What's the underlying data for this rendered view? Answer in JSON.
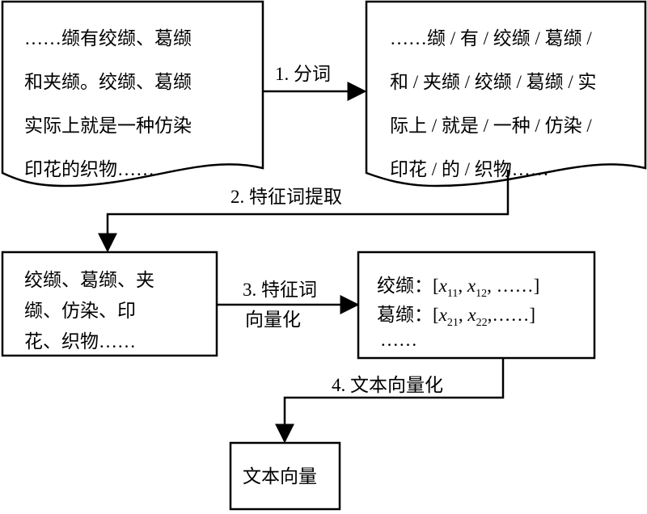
{
  "source_doc": {
    "lines": [
      "……缬有绞缬、葛缬",
      "和夹缬。绞缬、葛缬",
      "实际上就是一种仿染",
      "印花的织物……"
    ]
  },
  "segmented_doc": {
    "lines": [
      "……缬 / 有 / 绞缬 / 葛缬 /",
      "和 / 夹缬 / 绞缬 / 葛缬 / 实",
      "际上 / 就是 / 一种 / 仿染 /",
      "印花 / 的 / 织物……"
    ]
  },
  "steps": {
    "step1": "1. 分词",
    "step2": "2. 特征词提取",
    "step3_line1": "3. 特征词",
    "step3_line2": "向量化",
    "step4": "4. 文本向量化"
  },
  "feature_words": {
    "lines": [
      "绞缬、葛缬、夹",
      "缬、仿染、印",
      "花、织物……"
    ]
  },
  "feature_vectors": {
    "row1_label": "绞缬：",
    "row1_open": "[",
    "row1_x1": "x",
    "row1_sub1": "11",
    "row1_x2": "x",
    "row1_sub2": "12",
    "row1_rest": ", ……]",
    "row2_label": "葛缬：",
    "row2_open": "[",
    "row2_x1": "x",
    "row2_sub1": "21",
    "row2_x2": "x",
    "row2_sub2": "22",
    "row2_rest": ",……]",
    "ellipsis": "……"
  },
  "text_vector": {
    "label": "文本向量"
  }
}
